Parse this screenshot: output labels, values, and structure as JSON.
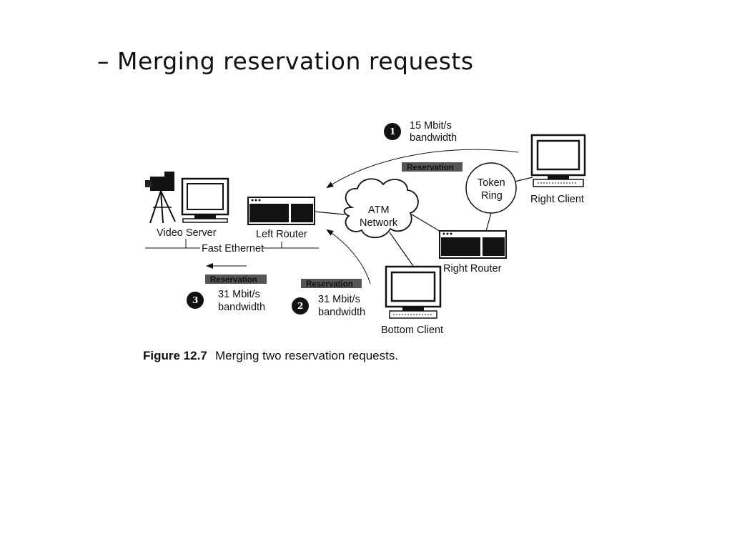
{
  "slide": {
    "title": "– Merging reservation requests"
  },
  "figure": {
    "caption_number": "Figure 12.7",
    "caption_text": "Merging two reservation requests.",
    "nodes": {
      "video_server": "Video Server",
      "left_router": "Left Router",
      "fast_ethernet": "Fast Ethernet",
      "atm_network_line1": "ATM",
      "atm_network_line2": "Network",
      "token_ring_line1": "Token",
      "token_ring_line2": "Ring",
      "right_client": "Right Client",
      "right_router": "Right Router",
      "bottom_client": "Bottom Client"
    },
    "steps": [
      {
        "number": "1",
        "line1": "15 Mbit/s",
        "line2": "bandwidth",
        "tag": "Reservation"
      },
      {
        "number": "2",
        "line1": "31 Mbit/s",
        "line2": "bandwidth",
        "tag": "Reservation"
      },
      {
        "number": "3",
        "line1": "31 Mbit/s",
        "line2": "bandwidth",
        "tag": "Reservation"
      }
    ]
  }
}
